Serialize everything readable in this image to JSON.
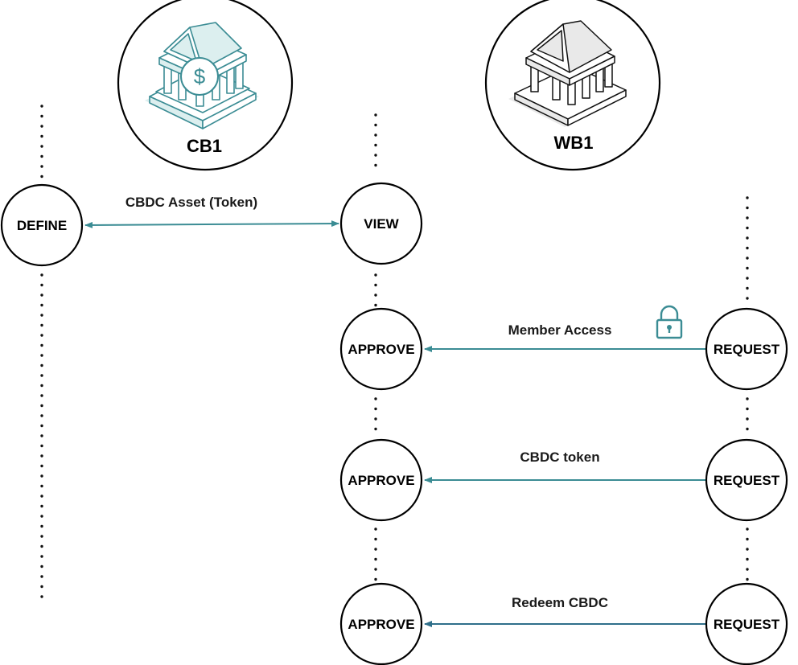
{
  "banks": {
    "cb1": {
      "label": "CB1"
    },
    "wb1": {
      "label": "WB1"
    }
  },
  "nodes": {
    "define": "DEFINE",
    "view": "VIEW",
    "approve_1": "APPROVE",
    "approve_2": "APPROVE",
    "approve_3": "APPROVE",
    "request_1": "REQUEST",
    "request_2": "REQUEST",
    "request_3": "REQUEST"
  },
  "messages": {
    "cbdc_asset": "CBDC Asset (Token)",
    "member_access": "Member Access",
    "cbdc_token": "CBDC token",
    "redeem_cbdc": "Redeem CBDC"
  },
  "colors": {
    "teal": "#3b8c94",
    "teal_light": "#dcefef",
    "navy_arrow": "#2f6f8a",
    "gray_light": "#e9e9e9",
    "dark": "#111111"
  },
  "icons": {
    "cb1": "bank-building-dollar-icon",
    "wb1": "bank-building-icon",
    "lock": "padlock-icon"
  }
}
